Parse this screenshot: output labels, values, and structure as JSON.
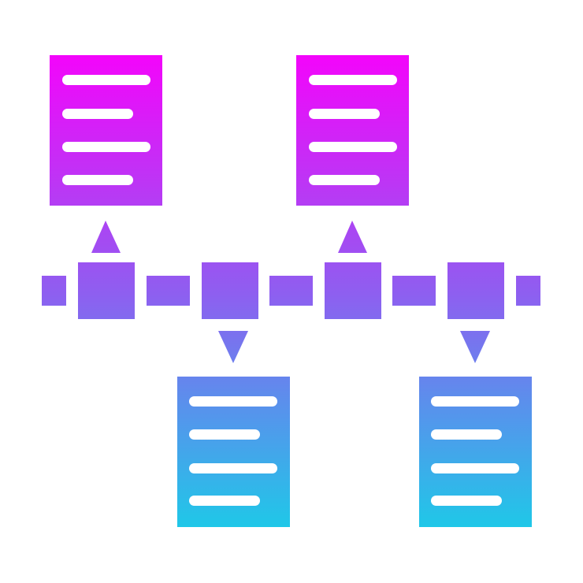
{
  "diagram": {
    "type": "timeline-with-documents",
    "background": "#ffffff",
    "gradient": {
      "top": "#f305fb",
      "middle": "#8f5ef0",
      "bottom": "#1fc8e8"
    },
    "line_color": "#ffffff",
    "nodes": [
      {
        "id": "node-1",
        "arrow": "up"
      },
      {
        "id": "node-2",
        "arrow": "down"
      },
      {
        "id": "node-3",
        "arrow": "up"
      },
      {
        "id": "node-4",
        "arrow": "down"
      }
    ],
    "documents": [
      {
        "id": "doc-1",
        "position": "above",
        "node": "node-1",
        "line_count": 4
      },
      {
        "id": "doc-2",
        "position": "below",
        "node": "node-2",
        "line_count": 4
      },
      {
        "id": "doc-3",
        "position": "above",
        "node": "node-3",
        "line_count": 4
      },
      {
        "id": "doc-4",
        "position": "below",
        "node": "node-4",
        "line_count": 4
      }
    ]
  }
}
